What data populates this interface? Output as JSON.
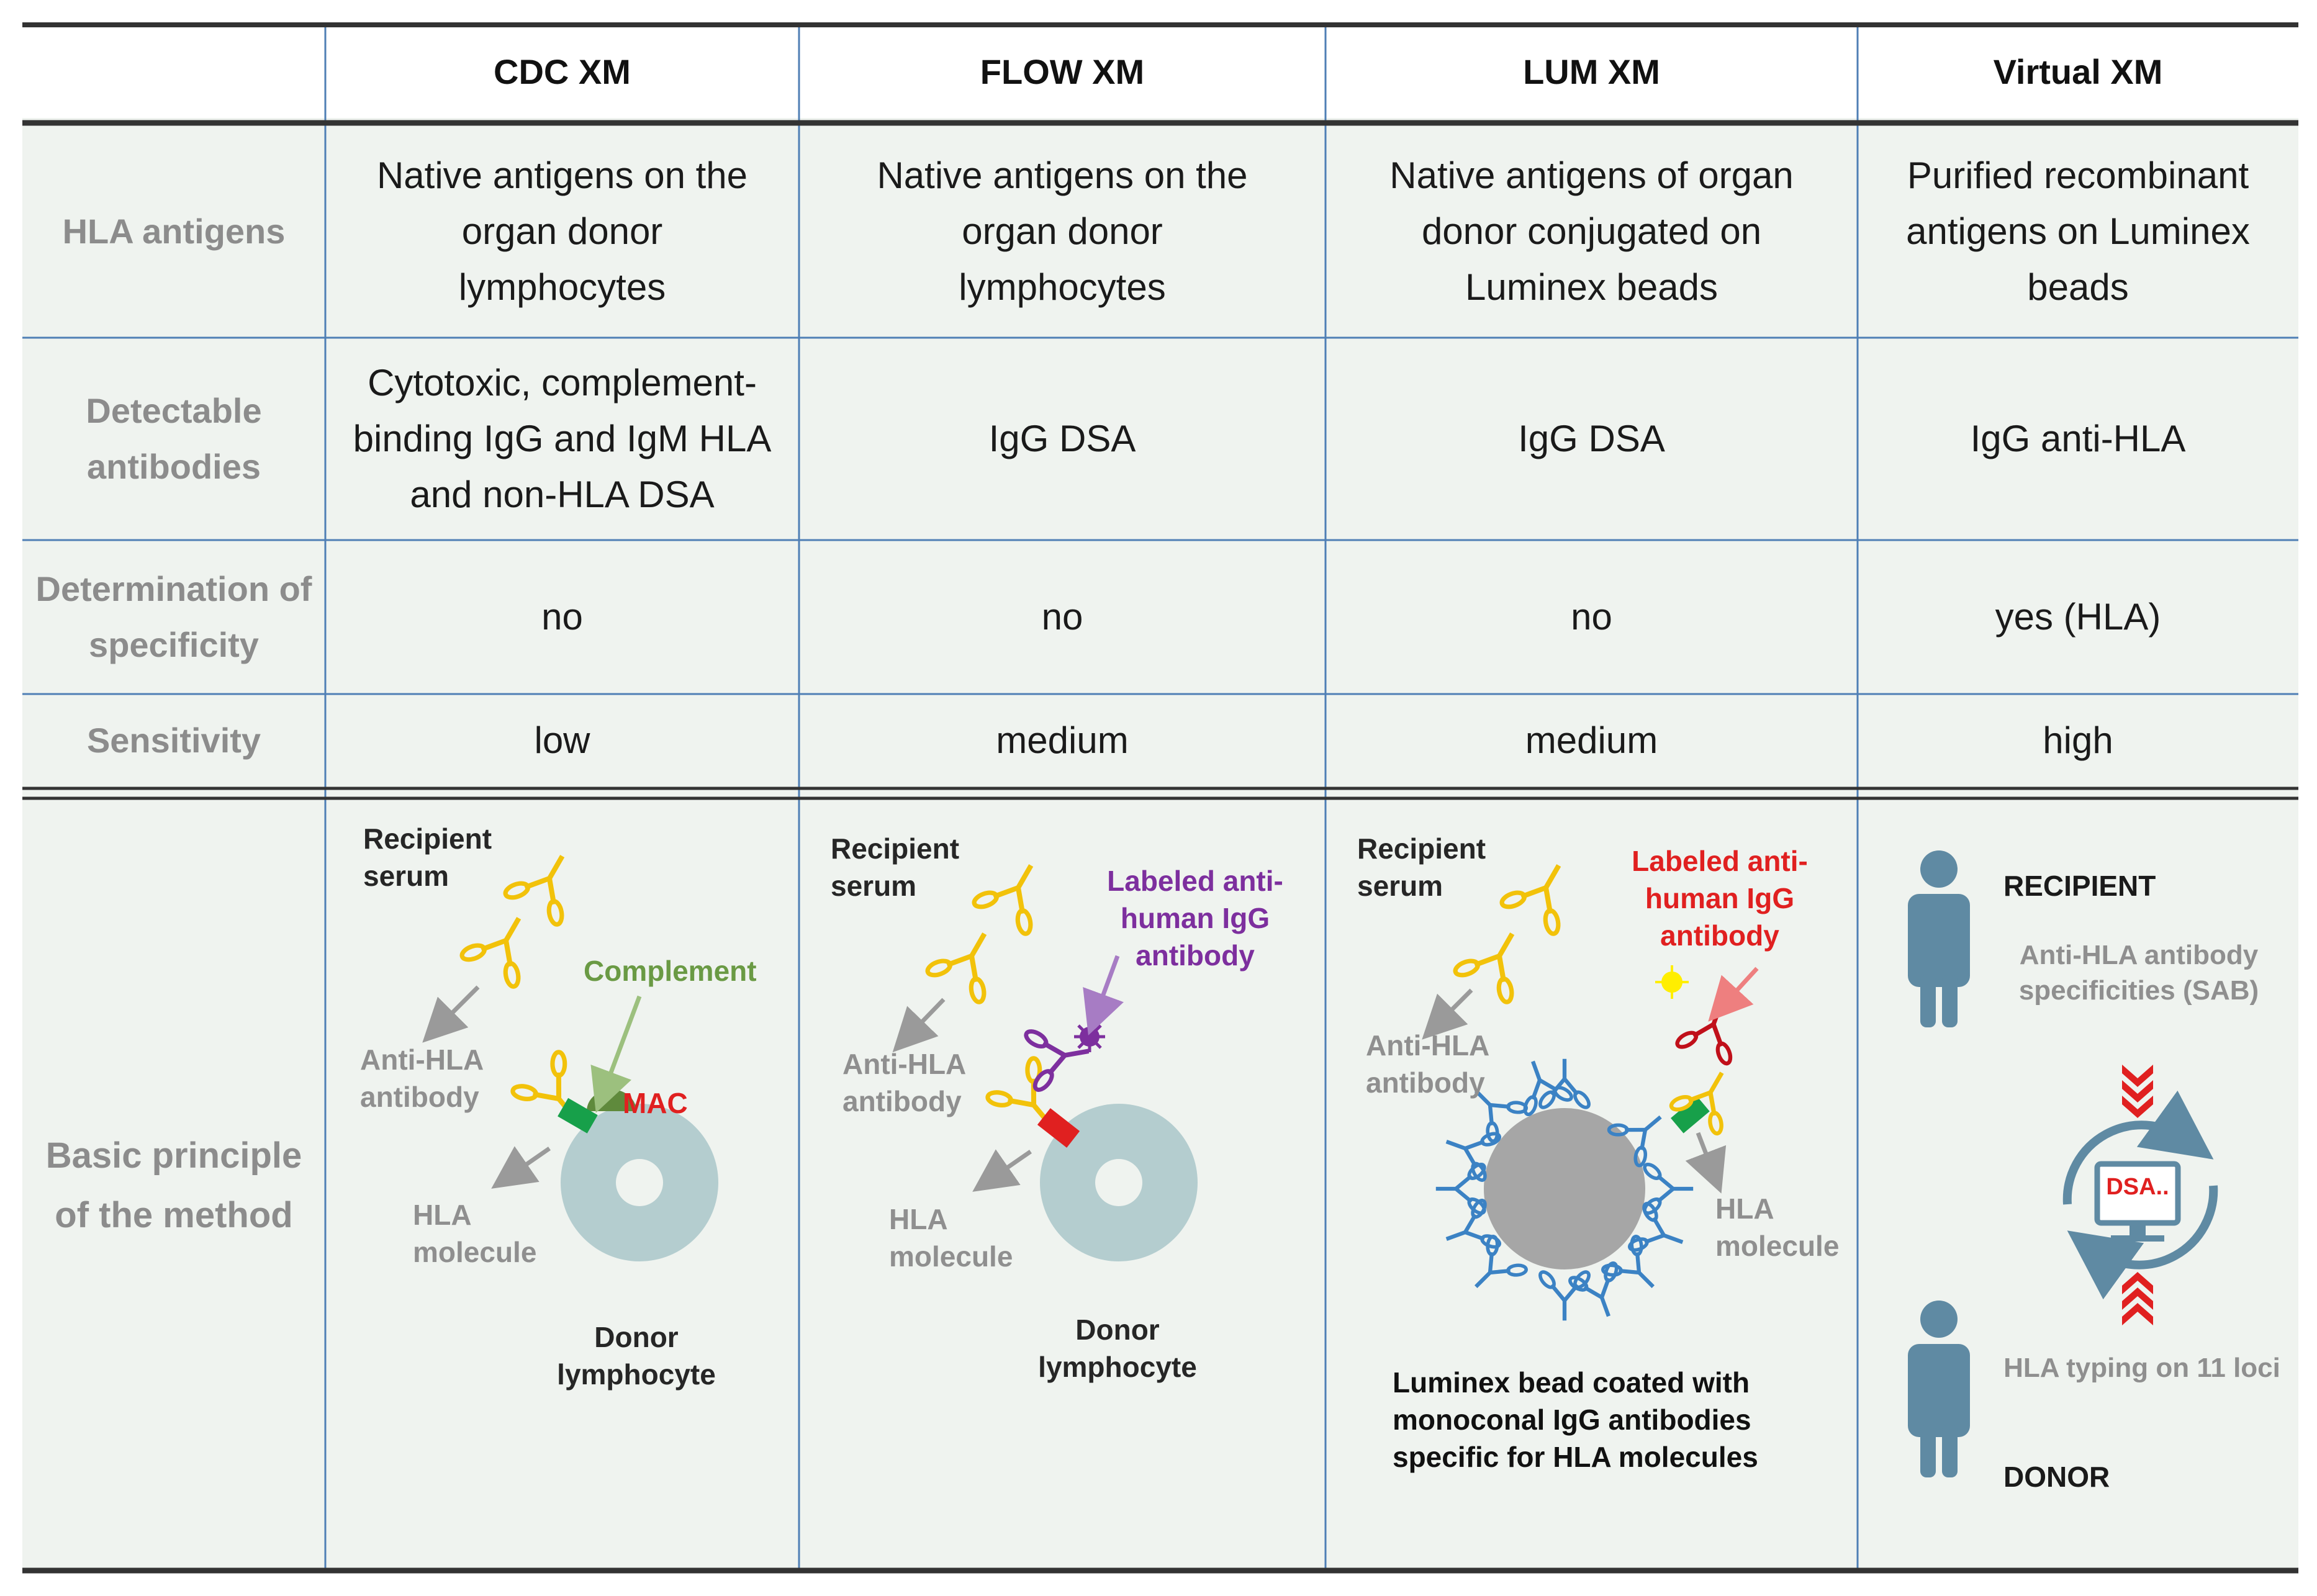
{
  "header": {
    "col1": "CDC XM",
    "col2": "FLOW XM",
    "col3": "LUM XM",
    "col4": "Virtual XM"
  },
  "rows": {
    "hla": {
      "label": "HLA antigens",
      "cells": [
        "Native antigens on the organ donor lymphocytes",
        "Native antigens on the organ donor lymphocytes",
        "Native antigens of organ donor conjugated on Luminex beads",
        "Purified recombinant antigens on Luminex beads"
      ]
    },
    "antibodies": {
      "label": "Detectable antibodies",
      "cells": [
        "Cytotoxic, complement-binding IgG and IgM HLA and non-HLA DSA",
        "IgG DSA",
        "IgG DSA",
        "IgG anti-HLA"
      ]
    },
    "specificity": {
      "label": "Determination of specificity",
      "cells": [
        "no",
        "no",
        "no",
        "yes (HLA)"
      ]
    },
    "sensitivity": {
      "label": "Sensitivity",
      "cells": [
        "low",
        "medium",
        "medium",
        "high"
      ]
    },
    "principle": {
      "label": "Basic principle of the method"
    }
  },
  "cdc": {
    "serum": "Recipient serum",
    "complement": "Complement",
    "antibody": "Anti-HLA antibody",
    "mac": "MAC",
    "molecule": "HLA molecule",
    "cell": "Donor lymphocyte"
  },
  "flow": {
    "serum": "Recipient serum",
    "labeled": "Labeled anti-human IgG antibody",
    "antibody": "Anti-HLA antibody",
    "molecule": "HLA molecule",
    "cell": "Donor lymphocyte"
  },
  "lum": {
    "serum": "Recipient serum",
    "labeled": "Labeled anti-human IgG antibody",
    "antibody": "Anti-HLA antibody",
    "molecule": "HLA molecule",
    "bead": "Luminex bead coated with monoconal IgG antibodies specific for HLA molecules"
  },
  "virtual": {
    "recipient": "RECIPIENT",
    "specificities": "Anti-HLA antibody specificities (SAB)",
    "monitor": "DSA..",
    "typing": "HLA typing on 11 loci",
    "donor": "DONOR"
  },
  "colors": {
    "table_bg": "#eff3ef",
    "grid_blue": "#4f7fb5",
    "antibody_yellow": "#f2c20a",
    "complement_green": "#6a9a44",
    "flow_purple": "#7d2f9e",
    "lum_red": "#e02020",
    "cell_teal": "#b4cdcf",
    "bead_grey": "#a6a6a6",
    "bead_blue": "#3b82c4",
    "person_steel": "#5f8aa3"
  }
}
